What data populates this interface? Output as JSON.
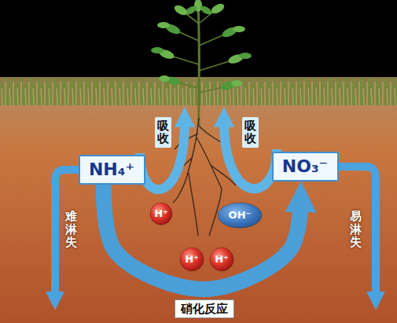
{
  "diagram": {
    "nodes": [
      {
        "text": [
          "NH₄⁺"
        ]
      },
      {
        "text": [
          "NO₃⁻"
        ]
      },
      {
        "text": [
          "H⁺"
        ]
      },
      {
        "text": [
          "OH⁻"
        ]
      },
      {
        "text": [
          "H⁺"
        ]
      },
      {
        "text": [
          "H⁺"
        ]
      }
    ],
    "edges": [
      {
        "from": 0,
        "to": 1,
        "arrow": "to",
        "label": "硝化反应"
      }
    ],
    "labels": [
      "吸收",
      "吸收",
      "难淋失",
      "易淋失"
    ]
  }
}
